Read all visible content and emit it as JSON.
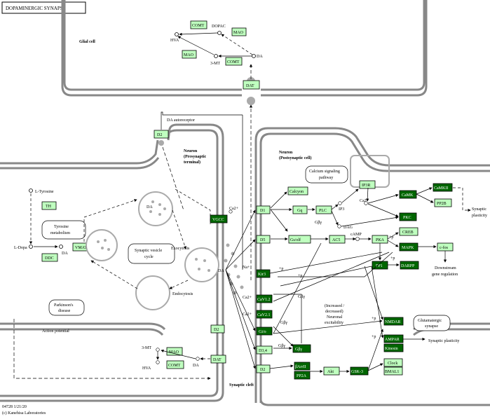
{
  "title": "DOPAMINERGIC SYNAPSE",
  "compartments": {
    "glial": "Glial cell",
    "pre_line1": "Neuron",
    "pre_line2": "(Presynaptic",
    "pre_line3": "terminal)",
    "post_line1": "Neuron",
    "post_line2": "(Postsynaptic cell)",
    "cleft": "Synaptic cleft"
  },
  "genes": {
    "comt_g1": "COMT",
    "mao_g1": "MAO",
    "mao_g2": "MAO",
    "comt_g2": "COMT",
    "dat_top": "DAT",
    "d2_auto": "D2",
    "th": "TH",
    "ddc": "DDC",
    "vmat": "VMAT",
    "vgcc": "VGCC",
    "d2_pre": "D2",
    "dat_bot": "DAT",
    "mao_pre": "MAO",
    "comt_pre": "COMT",
    "d1": "D1",
    "d5": "D5",
    "kir3": "Kir3",
    "cav12": "CaV1.2",
    "cav21": "CaV2.1",
    "gnai": "Gi/o",
    "d2": "D2",
    "d34": "D3,4",
    "d2b": "D2",
    "calcyon": "Calcyon",
    "gq": "Gq",
    "plc": "PLC",
    "iprr": "IP3R",
    "camk": "CaMK",
    "camkii": "CaMKII",
    "ppp2b": "PP2B",
    "pkc": "PKC",
    "creb": "CREB",
    "mapk": "MAPK",
    "cfos": "c-fos",
    "ac5": "AC5",
    "golf": "Gs/olf",
    "pka": "PKA",
    "pp1": "PP1",
    "darpp": "DARPP",
    "gbg": "Gβγ",
    "bArrII": "βArrII",
    "pp2a": "PP2A",
    "akt": "Akt",
    "gsk3": "GSK-3",
    "clock": "Clock",
    "bmal1": "BMAL1",
    "nmdar": "NMDAR",
    "ampar": "AMPAR",
    "kinesin": "Kinesin"
  },
  "compounds": {
    "hva": "HVA",
    "dopac": "DOPAC",
    "da_glia": "DA",
    "mt3": "3-MT",
    "ltyr": "L-Tyrosine",
    "ldopa": "L-Dopa",
    "da_cyt": "DA",
    "da_cleft": "DA",
    "mt3_pre": "3-MT",
    "hva_pre": "HVA",
    "da_pre2": "DA",
    "ca1": "Ca2+",
    "camp": "cAMP",
    "ip3": "IP3",
    "dag": "DAG",
    "ca2": "Ca2+",
    "na": "Na+",
    "ca3": "Ca2+",
    "p": "+p"
  },
  "labels": {
    "autoreceptor": "DA autoreceptor",
    "exocytosis": "Exocytosis",
    "endocytosis": "Endocytosis",
    "tyrosine_met1": "Tyrosine",
    "tyrosine_met2": "metabolism",
    "svc1": "Synaptic vesicle",
    "svc2": "cycle",
    "parkinson1": "Parkinson's",
    "parkinson2": "disease",
    "action_potential": "Action potential",
    "calcium1": "Calcium signaling",
    "calcium2": "pathway",
    "syn_plast1": "Synaptic",
    "syn_plast2": "plasticity",
    "downstream1": "Downstream",
    "downstream2": "gene regulation",
    "excit1": "(Increased /",
    "excit2": "decreased)",
    "excit3": "Neuronal",
    "excit4": "excitability",
    "glut1": "Glutamatergic",
    "glut2": "synapse",
    "syn_plast_bottom": "Synaptic plasticity",
    "footer1": "04728 1/21/20",
    "footer2": "(c) Kanehisa Laboratories"
  },
  "colors": {
    "light_green": "#bfffbf",
    "dark_green": "#006600",
    "membrane": "#888888"
  }
}
